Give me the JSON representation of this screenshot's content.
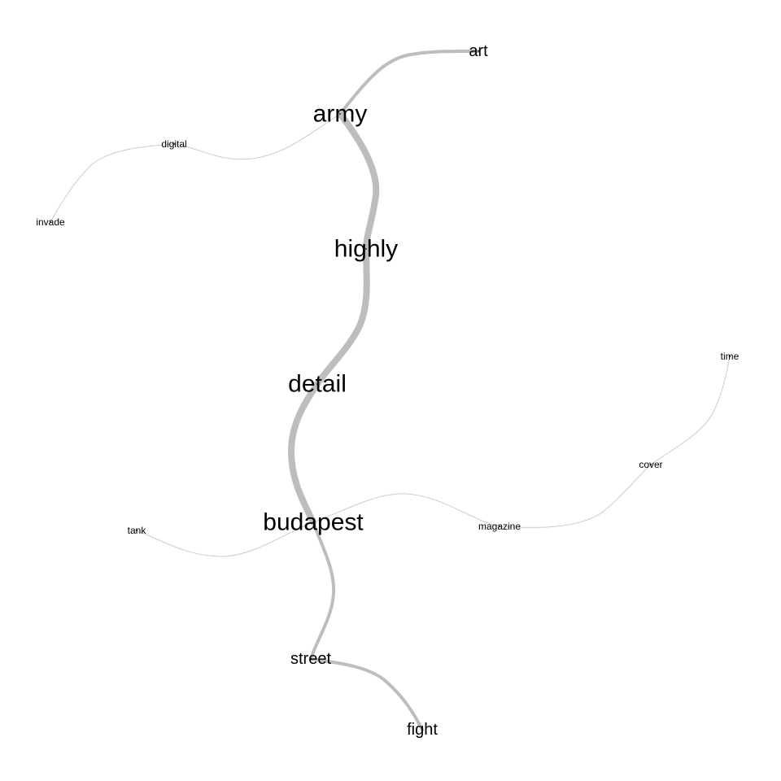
{
  "graph": {
    "nodes": [
      {
        "id": "art",
        "label": "art",
        "size": "medium"
      },
      {
        "id": "army",
        "label": "army",
        "size": "large"
      },
      {
        "id": "digital",
        "label": "digital",
        "size": "small"
      },
      {
        "id": "invade",
        "label": "invade",
        "size": "small"
      },
      {
        "id": "highly",
        "label": "highly",
        "size": "large"
      },
      {
        "id": "detail",
        "label": "detail",
        "size": "large"
      },
      {
        "id": "time",
        "label": "time",
        "size": "small"
      },
      {
        "id": "cover",
        "label": "cover",
        "size": "small"
      },
      {
        "id": "budapest",
        "label": "budapest",
        "size": "large"
      },
      {
        "id": "magazine",
        "label": "magazine",
        "size": "small"
      },
      {
        "id": "tank",
        "label": "tank",
        "size": "small"
      },
      {
        "id": "street",
        "label": "street",
        "size": "medium"
      },
      {
        "id": "fight",
        "label": "fight",
        "size": "medium"
      }
    ],
    "edges": [
      {
        "from": "army",
        "to": "art",
        "weight": "medium"
      },
      {
        "from": "army",
        "to": "digital",
        "weight": "thin"
      },
      {
        "from": "digital",
        "to": "invade",
        "weight": "thin"
      },
      {
        "from": "army",
        "to": "highly",
        "weight": "thick"
      },
      {
        "from": "highly",
        "to": "detail",
        "weight": "thick"
      },
      {
        "from": "detail",
        "to": "budapest",
        "weight": "thick"
      },
      {
        "from": "budapest",
        "to": "tank",
        "weight": "thin"
      },
      {
        "from": "budapest",
        "to": "magazine",
        "weight": "thin"
      },
      {
        "from": "magazine",
        "to": "cover",
        "weight": "thin"
      },
      {
        "from": "cover",
        "to": "time",
        "weight": "thin"
      },
      {
        "from": "budapest",
        "to": "street",
        "weight": "medium"
      },
      {
        "from": "street",
        "to": "fight",
        "weight": "medium"
      }
    ],
    "colors": {
      "edge": "#bdbdbd",
      "thin_edge": "#cccccc",
      "label": "#000000",
      "background": "#ffffff"
    }
  }
}
